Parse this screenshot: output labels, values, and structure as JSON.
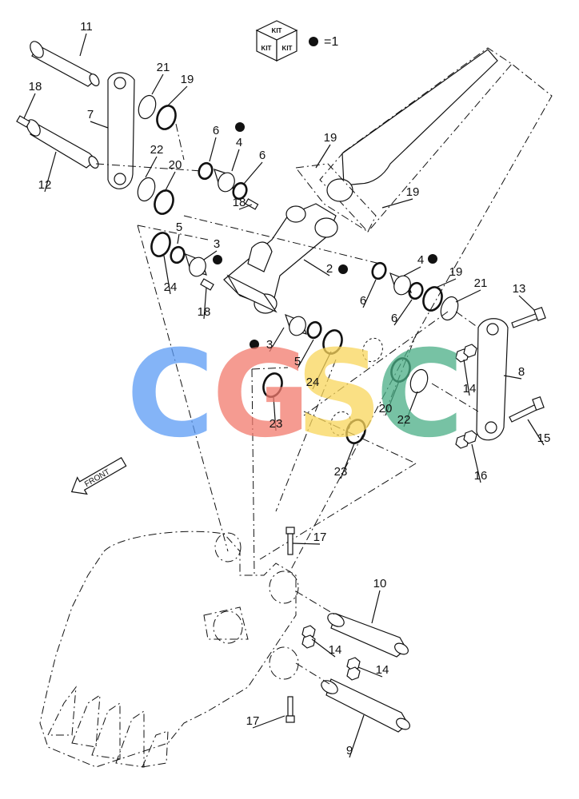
{
  "kit_box": {
    "top_text": "KIT",
    "left_text": "KIT",
    "right_text": "KIT"
  },
  "legend": {
    "text": "=1",
    "bullet_meaning": "part included in kit"
  },
  "front_arrow": {
    "text": "FRONT"
  },
  "watermark": {
    "letters": [
      "C",
      "G",
      "S",
      "C"
    ],
    "colors": [
      "#5b9bf5",
      "#f27a6d",
      "#f9d65c",
      "#4aae86"
    ]
  },
  "callouts": [
    {
      "text": "11"
    },
    {
      "text": "21"
    },
    {
      "text": "19"
    },
    {
      "text": "18"
    },
    {
      "text": "7"
    },
    {
      "text": "22"
    },
    {
      "text": "20"
    },
    {
      "text": "12"
    },
    {
      "text": "6"
    },
    {
      "text": "4"
    },
    {
      "text": "6"
    },
    {
      "text": "19"
    },
    {
      "text": "19"
    },
    {
      "text": "18"
    },
    {
      "text": "5"
    },
    {
      "text": "3"
    },
    {
      "text": "24"
    },
    {
      "text": "18"
    },
    {
      "text": "2"
    },
    {
      "text": "4"
    },
    {
      "text": "6"
    },
    {
      "text": "6"
    },
    {
      "text": "19"
    },
    {
      "text": "21"
    },
    {
      "text": "13"
    },
    {
      "text": "3"
    },
    {
      "text": "5"
    },
    {
      "text": "24"
    },
    {
      "text": "23"
    },
    {
      "text": "20"
    },
    {
      "text": "22"
    },
    {
      "text": "14"
    },
    {
      "text": "8"
    },
    {
      "text": "15"
    },
    {
      "text": "23"
    },
    {
      "text": "16"
    },
    {
      "text": "17"
    },
    {
      "text": "10"
    },
    {
      "text": "14"
    },
    {
      "text": "14"
    },
    {
      "text": "17"
    },
    {
      "text": "9"
    }
  ]
}
